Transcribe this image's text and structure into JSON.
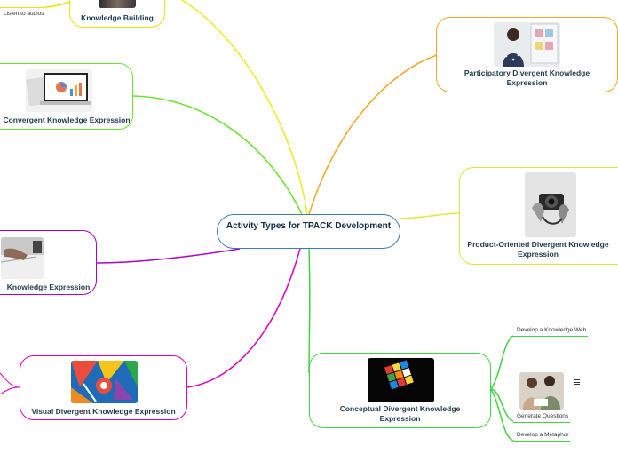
{
  "central": {
    "title": "Activity Types for TPACK Development",
    "color": "#3a7bbf"
  },
  "nodes": [
    {
      "id": "knowledge-building",
      "label": "Knowledge Building",
      "color": "#e8e800",
      "image": "people-discussion-photo"
    },
    {
      "id": "participatory-divergent",
      "label": "Participatory Divergent Knowledge Expression",
      "color": "#f5a623",
      "image": "presenter-whiteboard-photo"
    },
    {
      "id": "convergent",
      "label": "Convergent Knowledge Expression",
      "color": "#66e52a",
      "image": "laptop-charts-photo"
    },
    {
      "id": "product-oriented-divergent",
      "label": "Product-Oriented Divergent  Knowledge Expression",
      "color": "#d6ee3a",
      "image": "hands-camera-photo"
    },
    {
      "id": "knowledge-expression-partial",
      "label": "Knowledge Expression",
      "color": "#b000c8",
      "image": "writing-notebook-photo"
    },
    {
      "id": "visual-divergent",
      "label": "Visual Divergent  Knowledge Expression",
      "color": "#e000c0",
      "image": "colorful-mural-photo"
    },
    {
      "id": "conceptual-divergent",
      "label": "Conceptual Divergent  Knowledge Expression",
      "color": "#3ed63e",
      "image": "rubiks-cube-photo"
    }
  ],
  "subtopics": {
    "knowledge_building": {
      "items": [
        "Listen to audios"
      ],
      "color": "#e8e800"
    },
    "conceptual_divergent": {
      "items": [
        "Develop a Knowledge Web",
        "Generate Questions",
        "Develop a Metaphor"
      ],
      "color": "#3ed63e",
      "note_icon": "notes-icon",
      "image": "students-reading-photo"
    }
  }
}
